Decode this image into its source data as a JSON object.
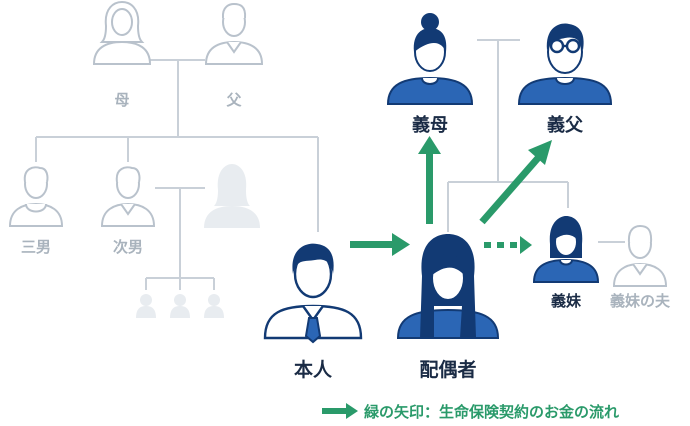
{
  "colors": {
    "primary": "#123a74",
    "primary_light": "#2b66b5",
    "faded": "#b9c2cc",
    "faded_fill": "#e8ecf0",
    "line": "#c9d0d8",
    "arrow": "#2a9a6a",
    "label_dark": "#1a2b45",
    "label_faded": "#a9b3bd"
  },
  "labels": {
    "mother": "母",
    "father": "父",
    "third_son": "三男",
    "second_son": "次男",
    "self": "本人",
    "spouse": "配偶者",
    "mother_in_law": "義母",
    "father_in_law": "義父",
    "sister_in_law": "義妹",
    "sister_in_law_husband": "義妹の夫"
  },
  "legend": {
    "text": "緑の矢印：生命保険契約のお金の流れ"
  },
  "icons": {
    "mother": "older-woman-icon",
    "father": "older-man-icon",
    "third_son": "man-icon",
    "second_son": "man-icon",
    "unknown_spouse": "silhouette-icon",
    "children": "child-silhouette-icon",
    "self": "businessman-icon",
    "spouse": "long-hair-woman-icon",
    "mother_in_law": "bun-hair-woman-icon",
    "father_in_law": "glasses-man-icon",
    "sister_in_law": "woman-icon",
    "sister_in_law_husband": "man-icon"
  }
}
